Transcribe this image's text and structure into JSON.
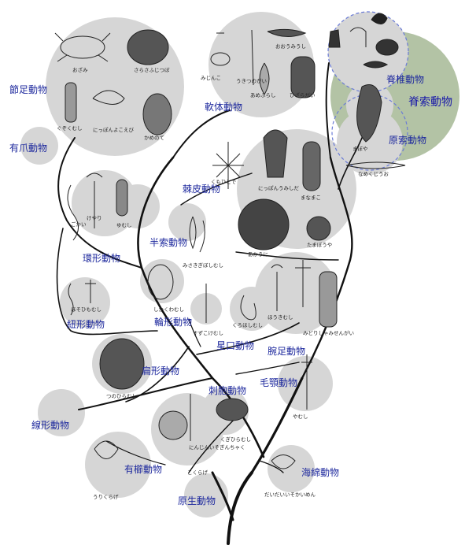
{
  "groups": {
    "setsusoku": "節足動物",
    "yuso": "有爪動物",
    "nantai": "軟体動物",
    "kyokuhi": "棘皮動物",
    "sekitsui": "脊椎動物",
    "sekisaku": "脊索動物",
    "gensaku": "原索動物",
    "hansaku": "半索動物",
    "kankei": "環形動物",
    "himokei": "紐形動物",
    "wankei": "輪形動物",
    "seiko": "星口動物",
    "wansoku": "腕足動物",
    "henkei": "扁形動物",
    "mogaku": "毛顎動物",
    "shiho": "刺胞動物",
    "senkei": "線形動物",
    "yushitsu": "有櫛動物",
    "kaimen": "海綿動物",
    "gensei": "原生動物"
  },
  "captions": {
    "ozami": "おざみ",
    "sarasa": "さらさふじつぼ",
    "gejigeji": "ぐぞくむし",
    "nippon_ebi": "にっぽんよこえび",
    "kabutogani": "かめのて",
    "ooumi": "おおうみうし",
    "mijinko": "みじんこ",
    "umigakusi": "うきつのがい",
    "amefurasi": "あめふらし",
    "hizara": "ひざらがい",
    "kumohitode": "くもひとで",
    "nipponumi": "にっぽんうみしだ",
    "manamako": "まなまこ",
    "akauni": "あかうに",
    "tamagoboya": "たまぼうや",
    "mahoya": "まぼや",
    "namekuji": "なめくじうお",
    "gokai": "ごかい",
    "kekukmusi": "けやり",
    "yumusi": "ゆむし",
    "mizuhimo": "みさきぎぼしむし",
    "hosohimo": "ほそひもむし",
    "shikaku": "しかくわむし",
    "kurohoshi": "くろほしむし",
    "hoshimusi": "ほうきむし",
    "midori": "みどりしゃみせんがい",
    "uzumusi": "つのひらむし",
    "yamusi": "やむし",
    "kozakurage": "こくらげ",
    "ninjin": "にんじんいそぎんちゃく",
    "kuragi": "くぎひらむし",
    "usenkurage": "うりくらげ",
    "daidai": "だいだいいそかいめん",
    "suzume": "すずこけむし"
  },
  "colors": {
    "label": "#1f2a9e",
    "bubble": "#d6d6d6",
    "chordate": "#b3c3a5",
    "branch": "#111111",
    "dashed": "#6a7bd6"
  }
}
